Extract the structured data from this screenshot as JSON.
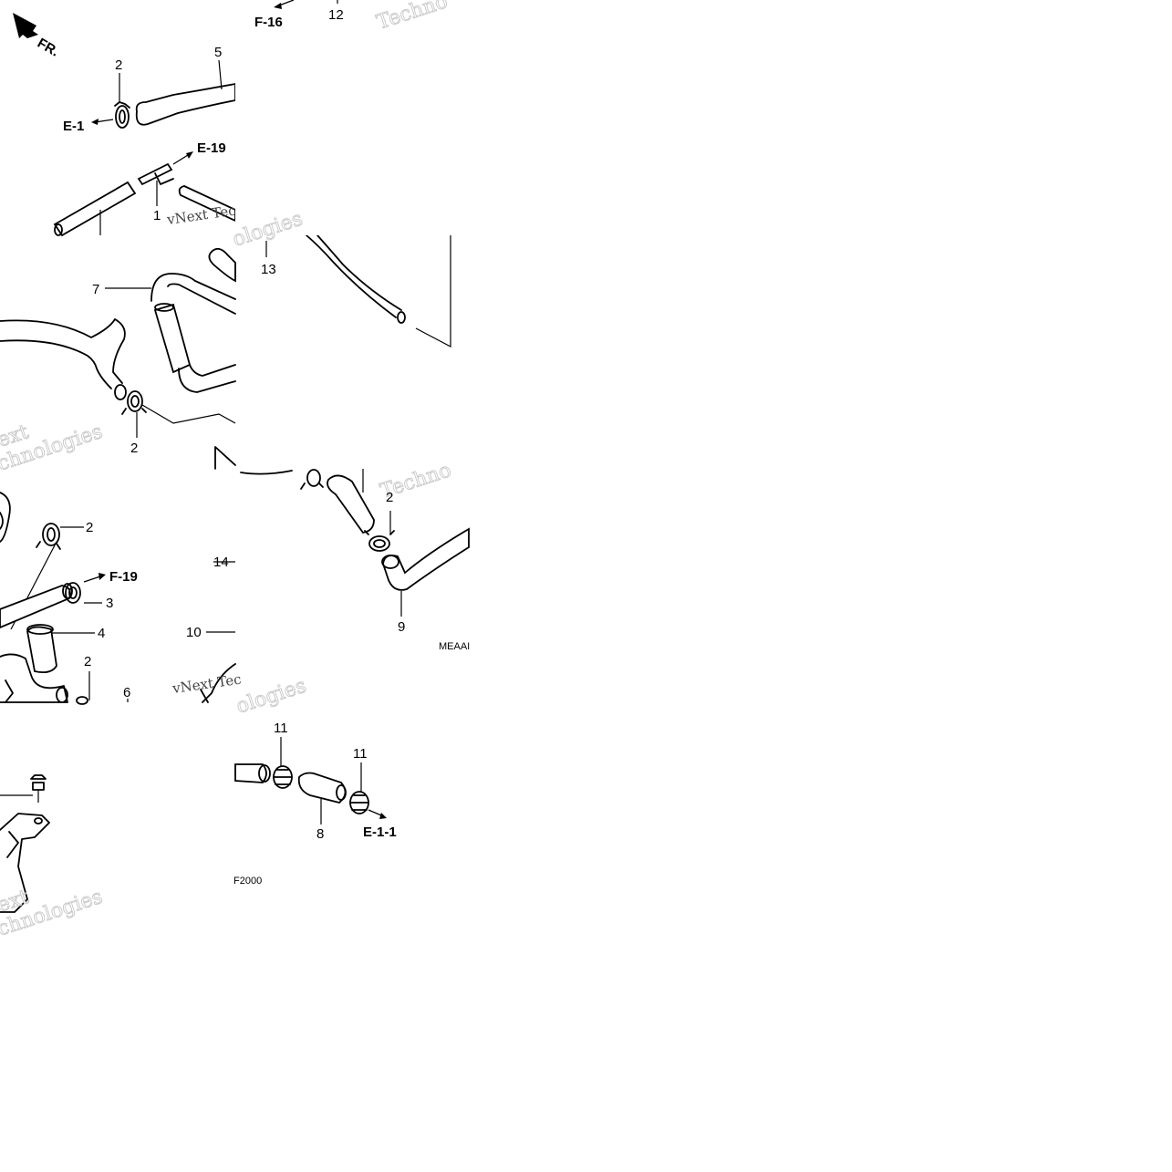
{
  "orientation_label": "FR.",
  "callouts": {
    "c1": "1",
    "c2a": "2",
    "c2b": "2",
    "c2c": "2",
    "c2d": "2",
    "c2e": "2",
    "c3": "3",
    "c4": "4",
    "c5": "5",
    "c6": "6",
    "c7": "7",
    "c8": "8",
    "c9": "9",
    "c10": "10",
    "c11a": "11",
    "c11b": "11",
    "c12": "12",
    "c13": "13",
    "c14": "14"
  },
  "references": {
    "e1": "E-1",
    "e19": "E-19",
    "f16": "F-16",
    "f19": "F-19",
    "e11": "E-1-1"
  },
  "codes": {
    "meaai": "MEAAI",
    "f2000": "F2000"
  },
  "watermarks": {
    "techno_top": "Techno",
    "vnext_1": "vNext Tec",
    "ologies_1": "ologies",
    "next_2": "ext",
    "technologies_2": "chnologies",
    "techno_mid": "Techno",
    "vnext_3": "vNext Tec",
    "ologies_3": "ologies",
    "next_4": "ext",
    "technologies_4": "chnologies"
  },
  "icons": [
    "front-direction-arrow-icon"
  ]
}
